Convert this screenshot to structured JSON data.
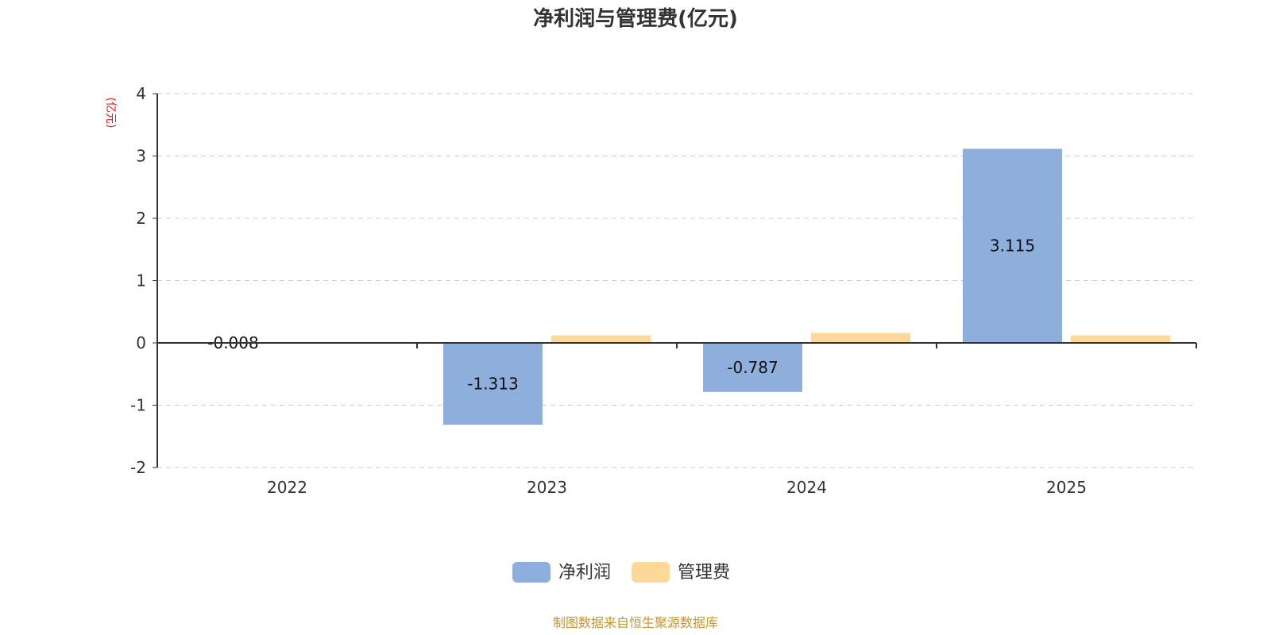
{
  "chart_data": {
    "type": "bar",
    "title": "净利润与管理费(亿元)",
    "ylabel": "(亿元)",
    "categories": [
      "2022",
      "2023",
      "2024",
      "2025"
    ],
    "series": [
      {
        "name": "净利润",
        "values": [
          -0.008,
          -1.313,
          -0.787,
          3.115
        ],
        "color": "#8eaedb",
        "labels": [
          "-0.008",
          "-1.313",
          "-0.787",
          "3.115"
        ]
      },
      {
        "name": "管理费",
        "values": [
          0,
          0.12,
          0.16,
          0.12
        ],
        "color": "#fdd899"
      }
    ],
    "ylim": [
      -2,
      4
    ],
    "yticks": [
      "-2",
      "-1",
      "0",
      "1",
      "2",
      "3",
      "4"
    ],
    "grid": true,
    "legend": "bottom-center"
  },
  "source": "制图数据来自恒生聚源数据库"
}
